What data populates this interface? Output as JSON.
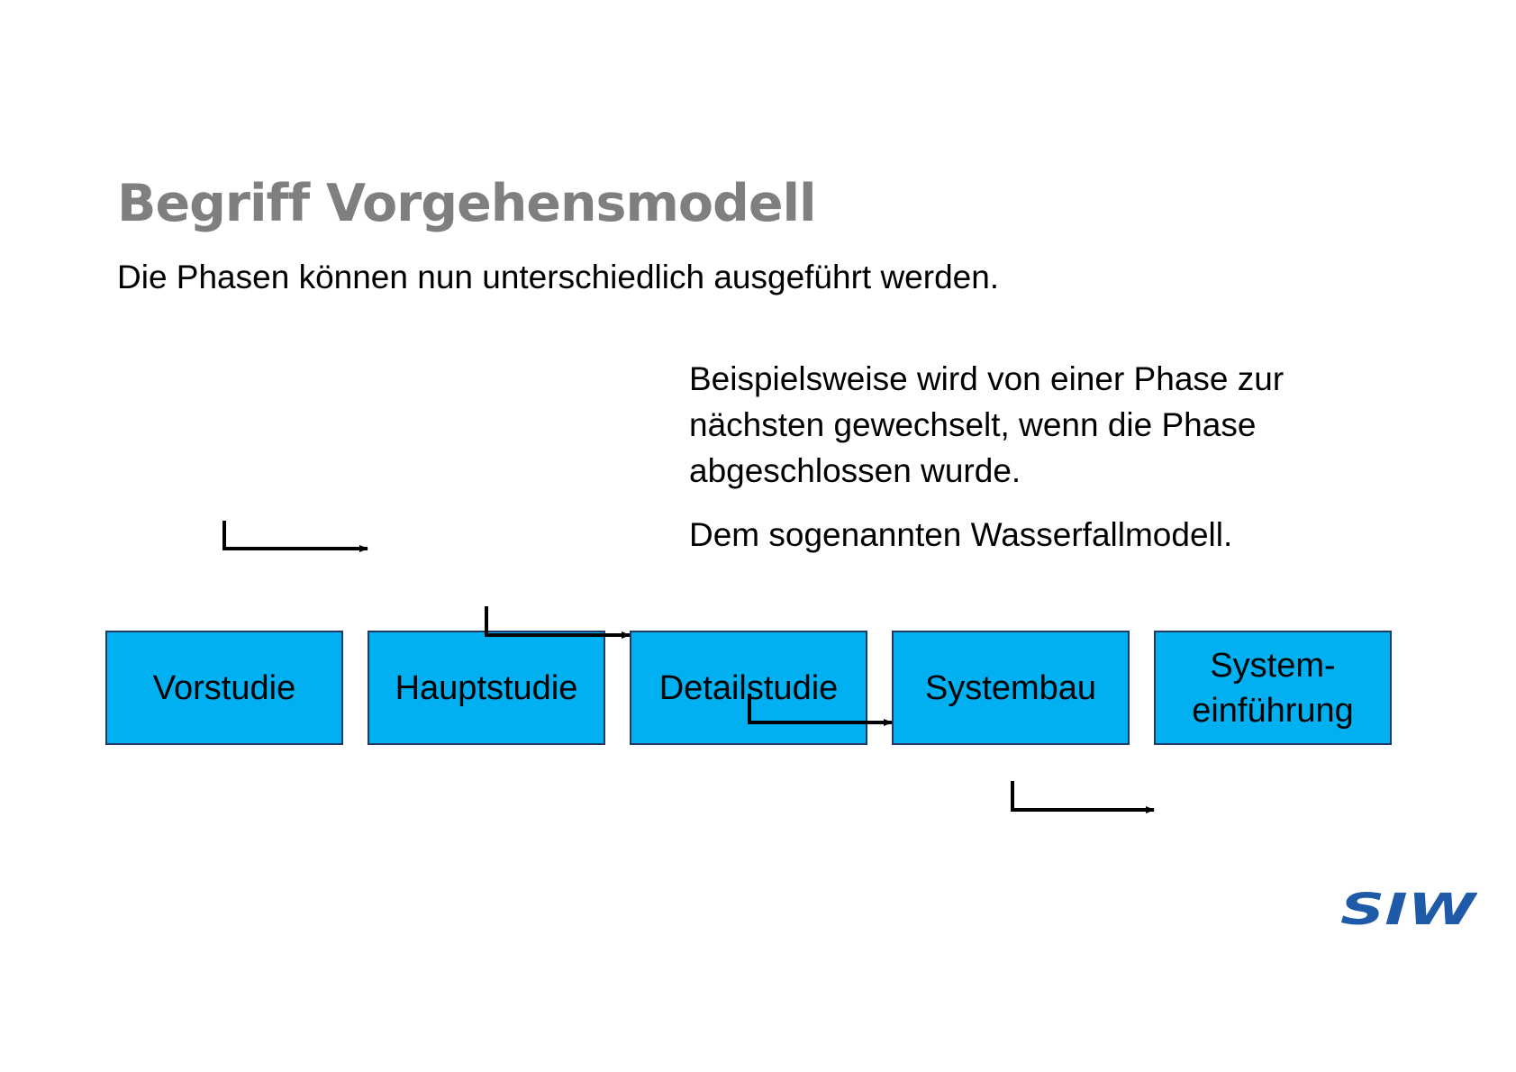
{
  "slide": {
    "title": "Begriff Vorgehensmodell",
    "subtitle": "Die Phasen können nun unterschiedlich ausgeführt werden.",
    "description": {
      "paragraph1": "Beispielsweise wird von einer Phase zur nächsten gewechselt, wenn die Phase abgeschlossen wurde.",
      "paragraph1_lines": [
        "Beispielsweise wird von einer Phase zur",
        "nächsten gewechselt, wenn die Phase",
        "abgeschlossen wurde."
      ],
      "paragraph2": "Dem sogenannten Wasserfallmodell."
    }
  },
  "phases": [
    {
      "label": "Vorstudie"
    },
    {
      "label": "Hauptstudie"
    },
    {
      "label": "Detailstudie"
    },
    {
      "label": "Systembau"
    },
    {
      "label": "System-einführung",
      "label_lines": [
        "System-",
        "einführung"
      ]
    }
  ],
  "connectors": [
    {
      "from": "Vorstudie",
      "to": "Hauptstudie"
    },
    {
      "from": "Hauptstudie",
      "to": "Detailstudie"
    },
    {
      "from": "Detailstudie",
      "to": "Systembau"
    },
    {
      "from": "Systembau",
      "to": "System-einführung"
    }
  ],
  "logo": {
    "text": "SIW",
    "color": "#1e5aa8"
  },
  "colors": {
    "phase_fill": "#00b0f0",
    "phase_border": "#1f3864",
    "title": "#7f7f7f",
    "text": "#000000"
  }
}
